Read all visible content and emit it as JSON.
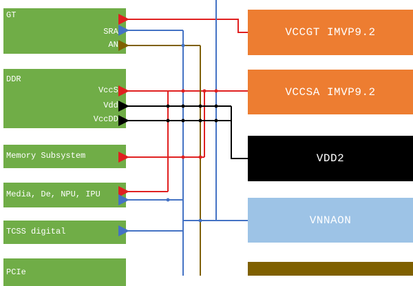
{
  "blocks": {
    "gt": {
      "title": "GT",
      "pins": [
        "SRAM",
        "ANA"
      ]
    },
    "ddr": {
      "title": "DDR",
      "pins": [
        "VccSA",
        "Vdd2",
        "VccDDq"
      ]
    },
    "memory": {
      "title": "Memory Subsystem"
    },
    "media": {
      "title": "Media, De, NPU, IPU"
    },
    "tcss": {
      "title": "TCSS digital"
    },
    "pcie": {
      "title": "PCIe"
    }
  },
  "rails": {
    "vccgt": {
      "label": "VCCGT IMVP9.2",
      "color": "#ed7d31"
    },
    "vccsa": {
      "label": "VCCSA IMVP9.2",
      "color": "#ed7d31"
    },
    "vdd2": {
      "label": "VDD2",
      "color": "#000000"
    },
    "vnnaon": {
      "label": "VNNAON",
      "color": "#9dc3e6"
    },
    "bottom": {
      "label": "",
      "color": "#7f6000"
    }
  },
  "colors": {
    "block_green": "#70ad47",
    "wire_red": "#e02020",
    "wire_blue": "#4472c4",
    "wire_black": "#000000",
    "wire_olive": "#7f6000"
  }
}
